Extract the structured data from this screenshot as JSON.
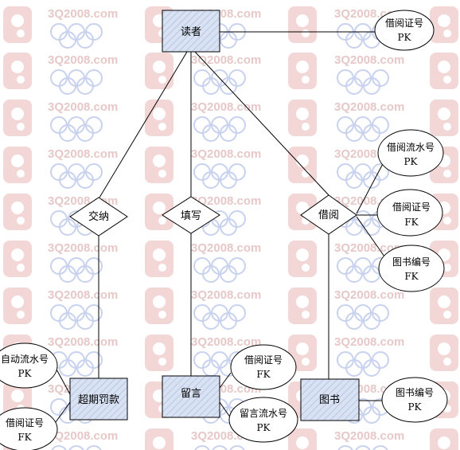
{
  "watermark": {
    "text": "3Q2008.com"
  },
  "entities": {
    "reader": "读者",
    "fine": "超期罚款",
    "message": "留言",
    "book": "图书"
  },
  "relationships": {
    "pay": "交纳",
    "fill": "填写",
    "borrow": "借阅"
  },
  "attributes": {
    "reader_card": {
      "name": "借阅证号",
      "key": "PK"
    },
    "borrow_serial": {
      "name": "借阅流水号",
      "key": "PK"
    },
    "borrow_card": {
      "name": "借阅证号",
      "key": "FK"
    },
    "borrow_bookno": {
      "name": "图书编号",
      "key": "FK"
    },
    "fine_serial": {
      "name": "自动流水号",
      "key": "PK"
    },
    "fine_card": {
      "name": "借阅证号",
      "key": "FK"
    },
    "msg_card": {
      "name": "借阅证号",
      "key": "FK"
    },
    "msg_serial": {
      "name": "留言流水号",
      "key": "PK"
    },
    "book_no": {
      "name": "图书编号",
      "key": "PK"
    }
  },
  "colors": {
    "entity_fill": "#d9e2f3",
    "line": "#000000"
  }
}
